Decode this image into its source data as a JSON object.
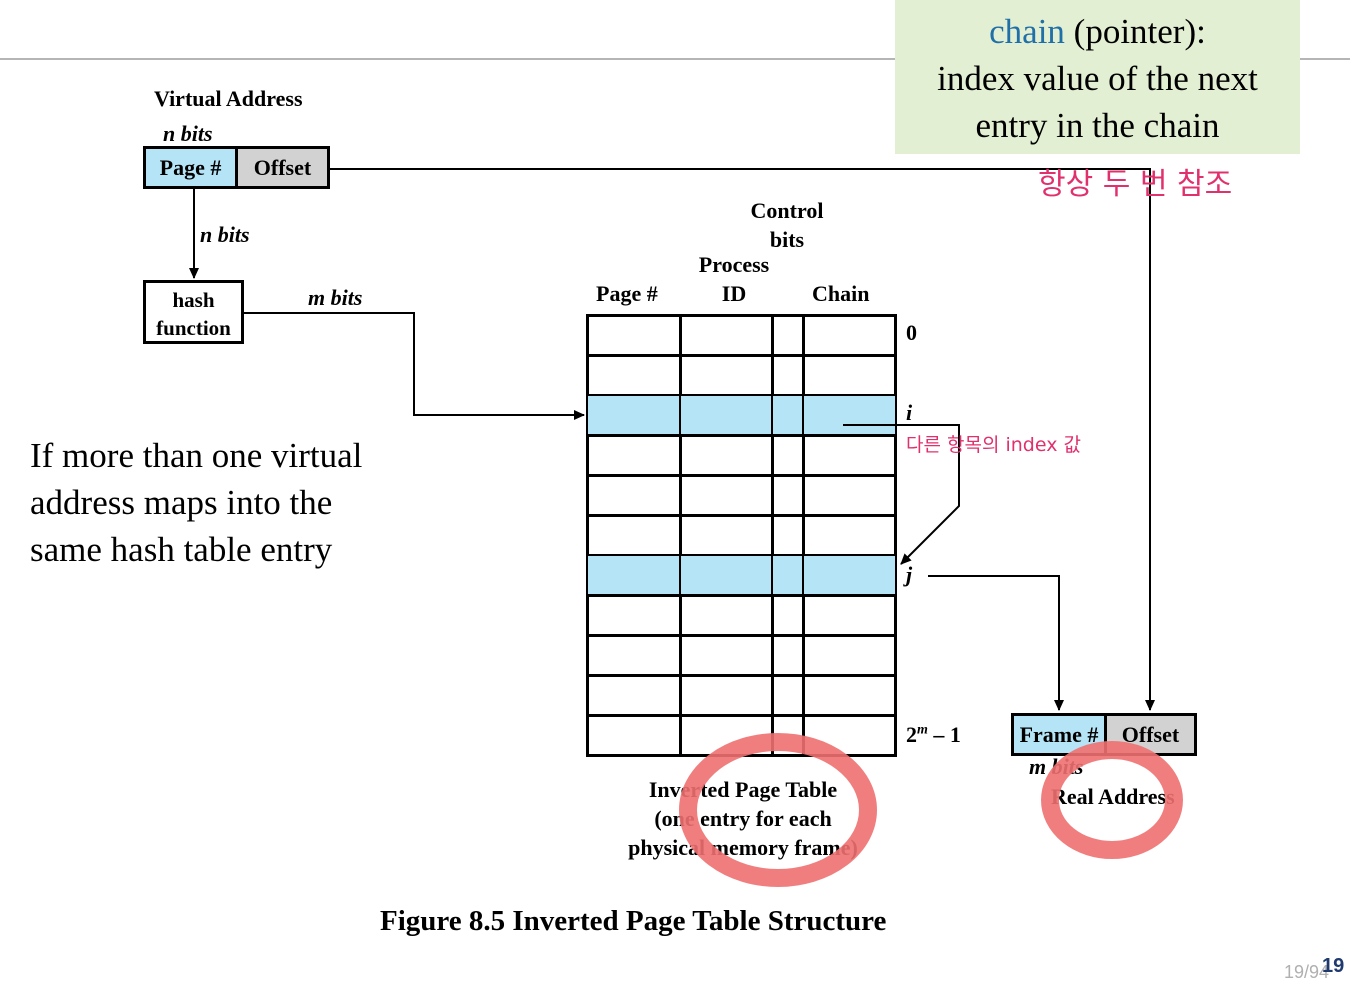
{
  "note": {
    "chain_word": "chain",
    "line1_rest": " (pointer):",
    "line2": "index value of the next",
    "line3": "entry in the chain"
  },
  "virtual_address": {
    "title": "Virtual Address",
    "n_bits_label": "n bits",
    "page_field": "Page #",
    "offset_field": "Offset"
  },
  "hash": {
    "n_bits_label": "n bits",
    "line1": "hash",
    "line2": "function",
    "m_bits_label": "m bits"
  },
  "table": {
    "header_control_line1": "Control",
    "header_control_line2": "bits",
    "header_process_line1": "Process",
    "header_process_line2": "ID",
    "header_page": "Page #",
    "header_chain": "Chain",
    "row_labels": {
      "first": "0",
      "i": "i",
      "j": "j",
      "last_base": "2",
      "last_exp": "m",
      "last_tail": " – 1"
    },
    "row_count": 11,
    "highlighted_rows": [
      2,
      6
    ],
    "caption_line1": "Inverted Page Table",
    "caption_line2": "(one entry for each",
    "caption_line3": "physical memory frame)"
  },
  "real_address": {
    "frame_field": "Frame #",
    "offset_field": "Offset",
    "m_bits_label": "m bits",
    "title": "Real Address"
  },
  "left_note": {
    "line1": "If more than one virtual",
    "line2": "address maps into the",
    "line3": "same hash table entry"
  },
  "handwriting": {
    "top_note": "항상 두 번 참조",
    "index_note": "다른 항목의 index 값"
  },
  "caption": "Figure 8.5  Inverted Page Table Structure",
  "page_number": {
    "faded": "19/94",
    "bold": "19"
  },
  "colors": {
    "field_blue": "#b4e4f6",
    "field_gray": "#d2d2d2",
    "note_bg": "#e3efd3",
    "chain_word": "#1f6fa8",
    "annotation_pink": "#e0306e",
    "circle_red": "#f07070"
  }
}
